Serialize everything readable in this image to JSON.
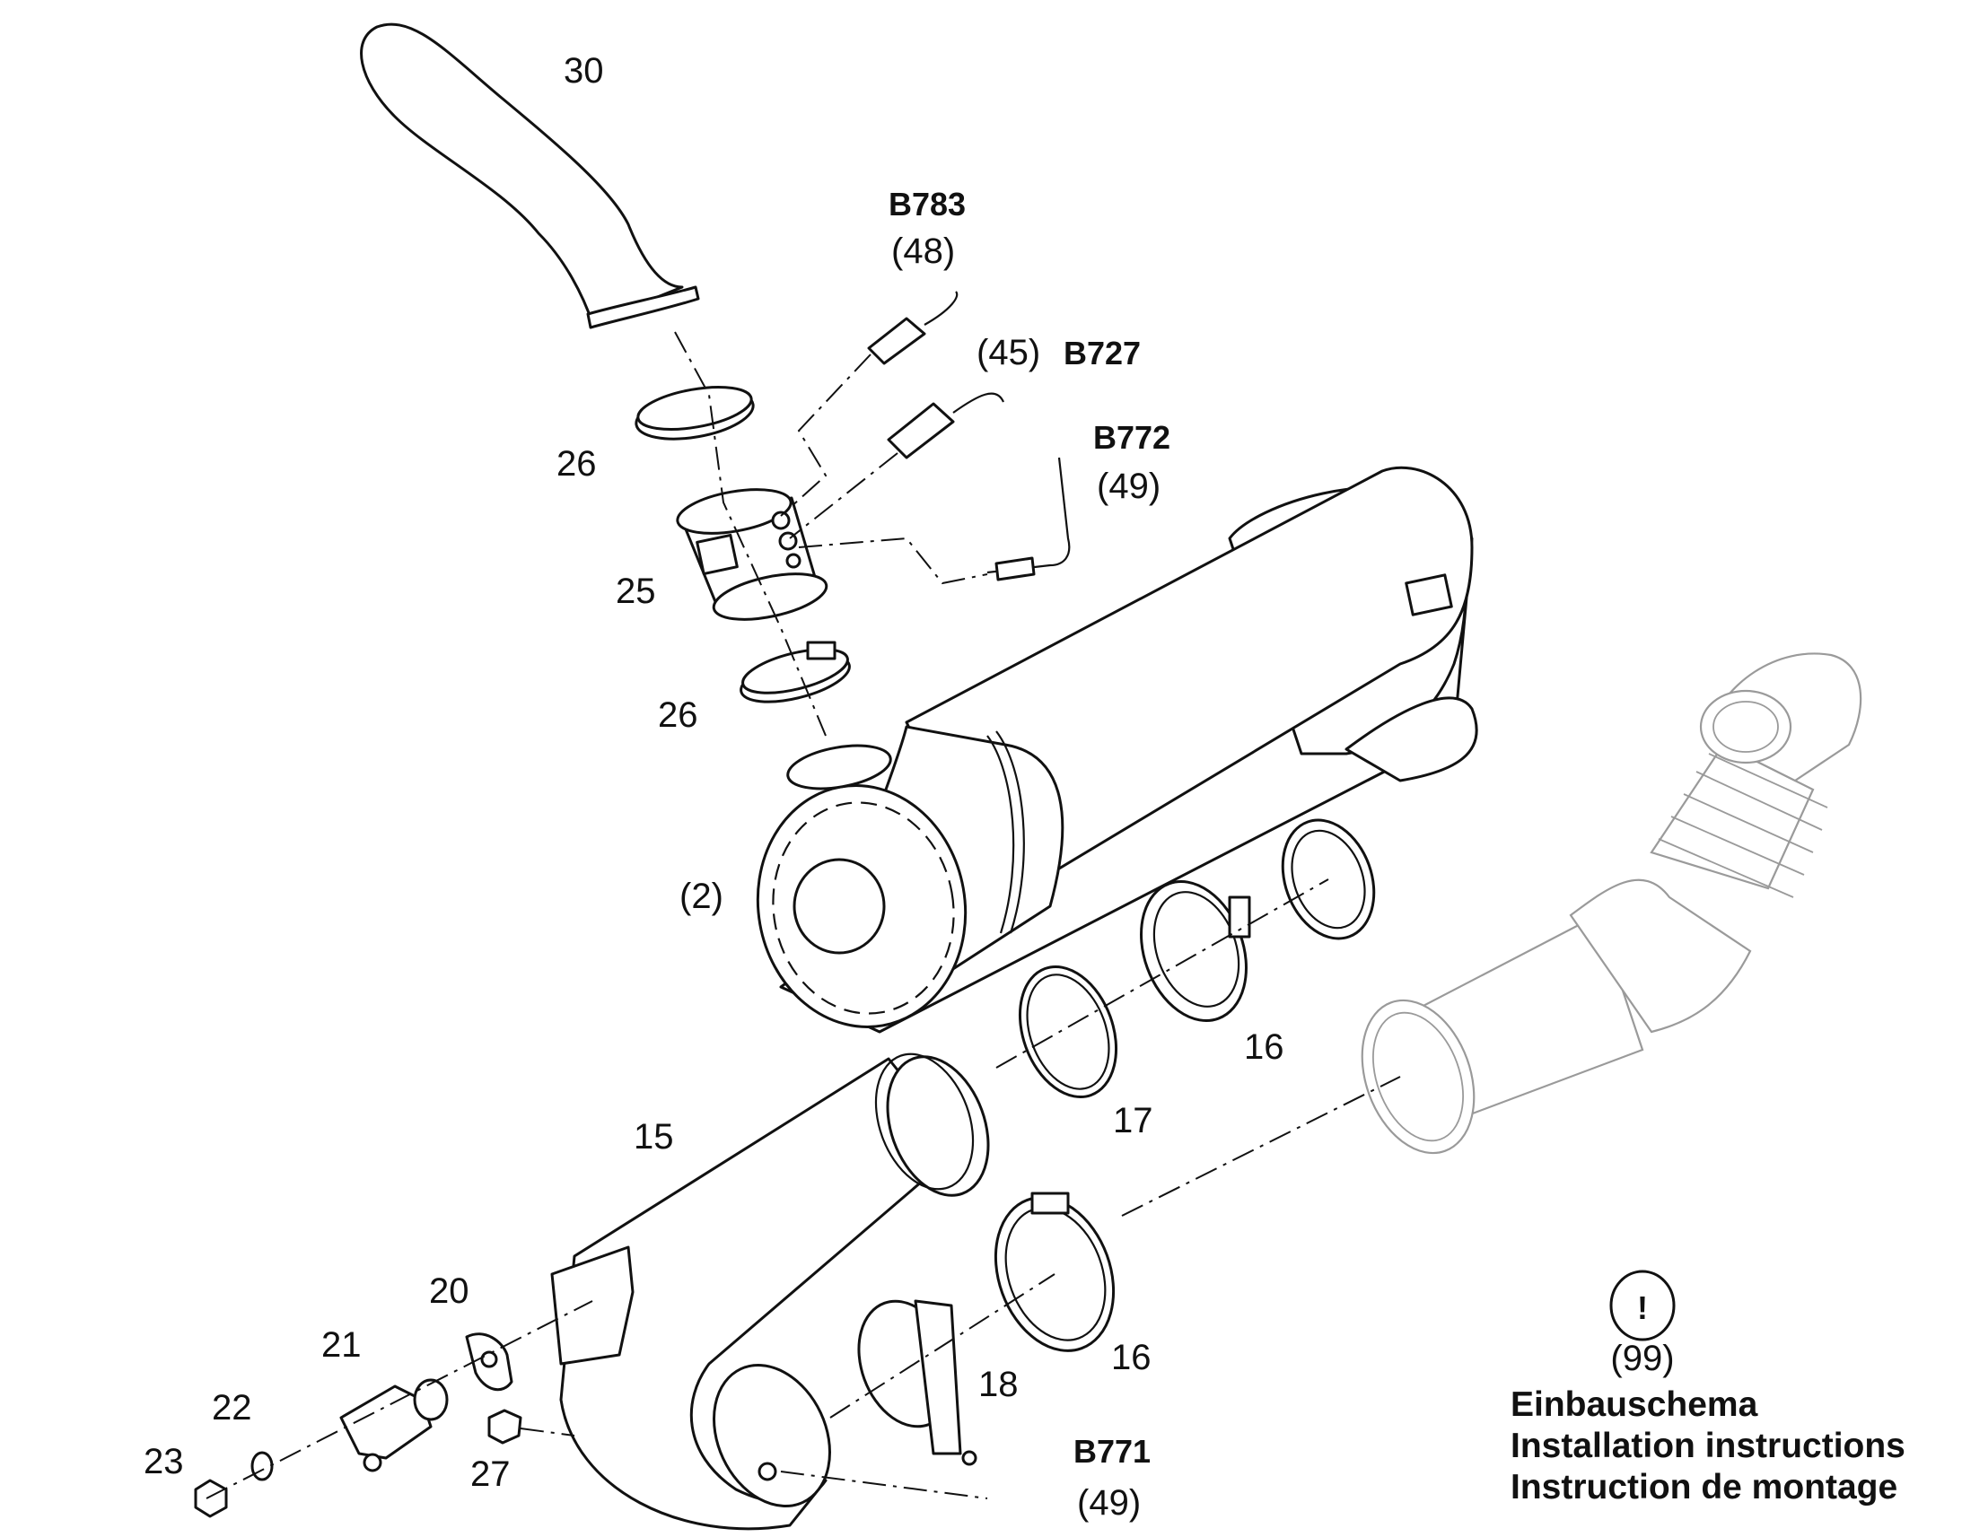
{
  "labels": {
    "p30": "30",
    "b783": "B783",
    "p48": "(48)",
    "p45": "(45)",
    "b727": "B727",
    "b772": "B772",
    "p49a": "(49)",
    "p26a": "26",
    "p25": "25",
    "p26b": "26",
    "p2": "(2)",
    "p16a": "16",
    "p17": "17",
    "p15": "15",
    "p20": "20",
    "p21": "21",
    "p22": "22",
    "p23": "23",
    "p27": "27",
    "p18": "18",
    "p16b": "16",
    "b771": "B771",
    "p49b": "(49)"
  },
  "note": {
    "symbol": "!",
    "ref": "(99)",
    "lines": [
      "Einbauschema",
      "Installation instructions",
      "Instruction de montage"
    ]
  }
}
